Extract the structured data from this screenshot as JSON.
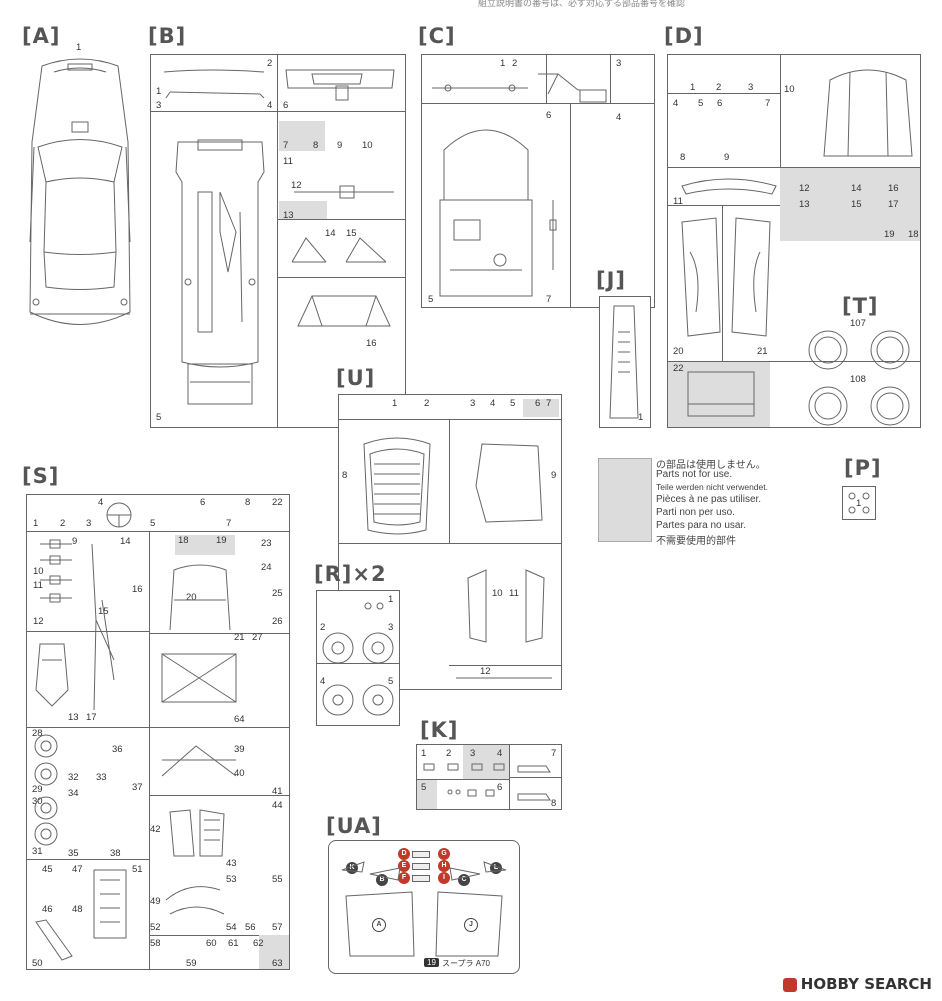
{
  "top_note": "組立説明書の番号は、必ず対応する部品番号を確認",
  "sections": {
    "A": {
      "label": "[A]",
      "parts": [
        "1"
      ]
    },
    "B": {
      "label": "[B]",
      "parts": [
        "1",
        "2",
        "3",
        "4",
        "5",
        "6",
        "7",
        "8",
        "9",
        "10",
        "11",
        "12",
        "13",
        "14",
        "15",
        "16"
      ]
    },
    "C": {
      "label": "[C]",
      "parts": [
        "1",
        "2",
        "3",
        "4",
        "5",
        "6",
        "7"
      ]
    },
    "D": {
      "label": "[D]",
      "parts": [
        "1",
        "2",
        "3",
        "4",
        "5",
        "6",
        "7",
        "8",
        "9",
        "10",
        "11",
        "12",
        "13",
        "14",
        "15",
        "16",
        "17",
        "18",
        "19",
        "20",
        "21",
        "22"
      ]
    },
    "J": {
      "label": "[J]",
      "parts": [
        "1"
      ]
    },
    "T": {
      "label": "[T]",
      "parts": [
        "107",
        "108"
      ]
    },
    "P": {
      "label": "[P]",
      "parts": [
        "1"
      ]
    },
    "U": {
      "label": "[U]",
      "parts": [
        "1",
        "2",
        "3",
        "4",
        "5",
        "6",
        "7",
        "8",
        "9",
        "10",
        "11",
        "12"
      ]
    },
    "S": {
      "label": "[S]",
      "parts": [
        "1",
        "2",
        "3",
        "4",
        "5",
        "6",
        "7",
        "8",
        "9",
        "10",
        "11",
        "12",
        "13",
        "14",
        "15",
        "16",
        "17",
        "18",
        "19",
        "20",
        "21",
        "22",
        "23",
        "24",
        "25",
        "26",
        "27",
        "28",
        "29",
        "30",
        "31",
        "32",
        "33",
        "34",
        "35",
        "36",
        "37",
        "38",
        "39",
        "40",
        "41",
        "42",
        "43",
        "44",
        "45",
        "46",
        "47",
        "48",
        "49",
        "50",
        "51",
        "52",
        "53",
        "54",
        "55",
        "56",
        "57",
        "58",
        "59",
        "60",
        "61",
        "62",
        "63",
        "64"
      ]
    },
    "R": {
      "label": "[R]×2",
      "parts": [
        "1",
        "2",
        "3",
        "4",
        "5"
      ]
    },
    "K": {
      "label": "[K]",
      "parts": [
        "1",
        "2",
        "3",
        "4",
        "5",
        "6",
        "7",
        "8"
      ]
    },
    "UA": {
      "label": "[UA]",
      "letters": [
        "D",
        "E",
        "F",
        "G",
        "H",
        "I",
        "K",
        "L",
        "B",
        "C",
        "A",
        "J"
      ],
      "decal_no": "19",
      "decal_text": "スープラ A70"
    }
  },
  "legend": {
    "lines": [
      "の部品は使用しません。",
      "Parts not for use.",
      "Teile werden nicht verwendet.",
      "Pièces à ne pas utiliser.",
      "Parti non per uso.",
      "Partes para no usar.",
      "不需要使用的部件"
    ],
    "swatch_color": "#dcdcdc"
  },
  "watermark": "HOBBY SEARCH",
  "colors": {
    "line": "#666666",
    "unused": "#dddddd",
    "decal_red": "#c0392b",
    "decal_dark": "#444444"
  }
}
